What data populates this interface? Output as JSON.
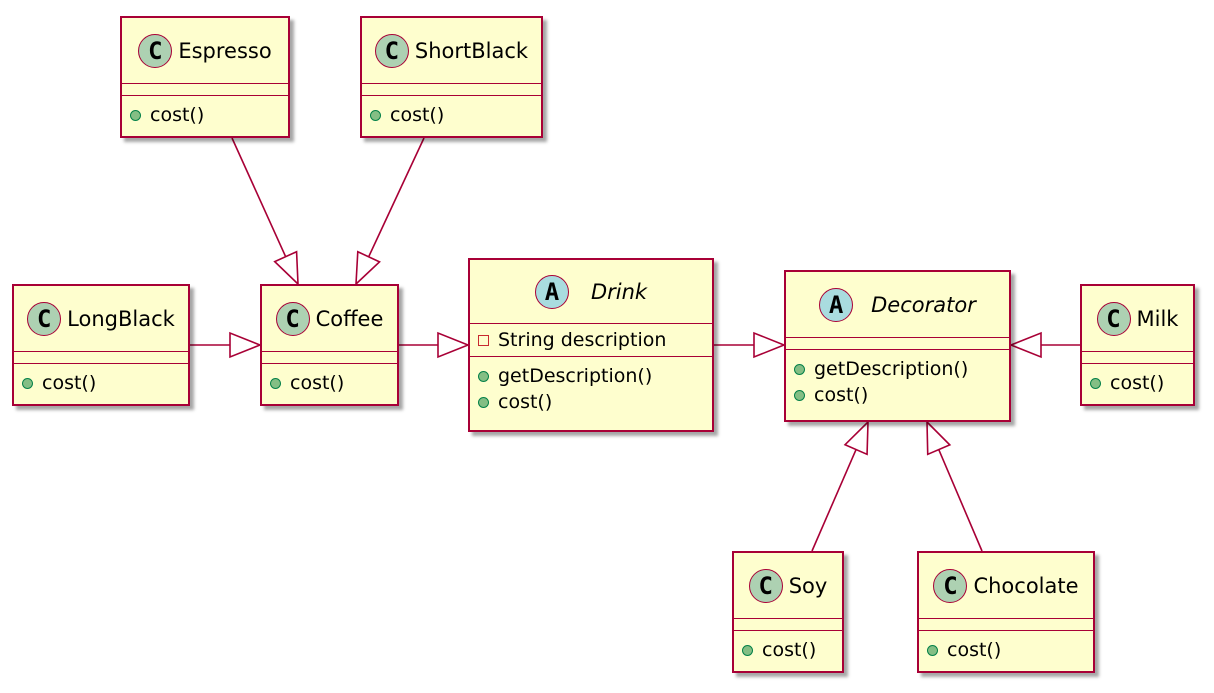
{
  "colors": {
    "class_fill": "#FEFECE",
    "class_border": "#A80036",
    "class_stereotype": "#ADD1B2",
    "abstract_stereotype": "#A9DCDF",
    "public_marker": "#84BE84",
    "private_marker": "#C82930"
  },
  "icons": {
    "class": "C",
    "abstract": "A",
    "public": "public-circle-icon",
    "private": "private-square-icon"
  },
  "classes": {
    "espresso": {
      "name": "Espresso",
      "kind": "class",
      "fields": [],
      "methods": [
        "cost()"
      ]
    },
    "shortblack": {
      "name": "ShortBlack",
      "kind": "class",
      "fields": [],
      "methods": [
        "cost()"
      ]
    },
    "longblack": {
      "name": "LongBlack",
      "kind": "class",
      "fields": [],
      "methods": [
        "cost()"
      ]
    },
    "coffee": {
      "name": "Coffee",
      "kind": "class",
      "fields": [],
      "methods": [
        "cost()"
      ]
    },
    "drink": {
      "name": "Drink",
      "kind": "abstract",
      "fields": [
        "String description"
      ],
      "methods": [
        "getDescription()",
        "cost()"
      ]
    },
    "decorator": {
      "name": "Decorator",
      "kind": "abstract",
      "fields": [],
      "methods": [
        "getDescription()",
        "cost()"
      ]
    },
    "milk": {
      "name": "Milk",
      "kind": "class",
      "fields": [],
      "methods": [
        "cost()"
      ]
    },
    "soy": {
      "name": "Soy",
      "kind": "class",
      "fields": [],
      "methods": [
        "cost()"
      ]
    },
    "chocolate": {
      "name": "Chocolate",
      "kind": "class",
      "fields": [],
      "methods": [
        "cost()"
      ]
    }
  },
  "relations": [
    {
      "from": "espresso",
      "to": "coffee",
      "type": "extends"
    },
    {
      "from": "shortblack",
      "to": "coffee",
      "type": "extends"
    },
    {
      "from": "longblack",
      "to": "coffee",
      "type": "extends"
    },
    {
      "from": "coffee",
      "to": "drink",
      "type": "extends"
    },
    {
      "from": "drink",
      "to": "decorator",
      "type": "extends"
    },
    {
      "from": "milk",
      "to": "decorator",
      "type": "extends"
    },
    {
      "from": "soy",
      "to": "decorator",
      "type": "extends"
    },
    {
      "from": "chocolate",
      "to": "decorator",
      "type": "extends"
    }
  ]
}
